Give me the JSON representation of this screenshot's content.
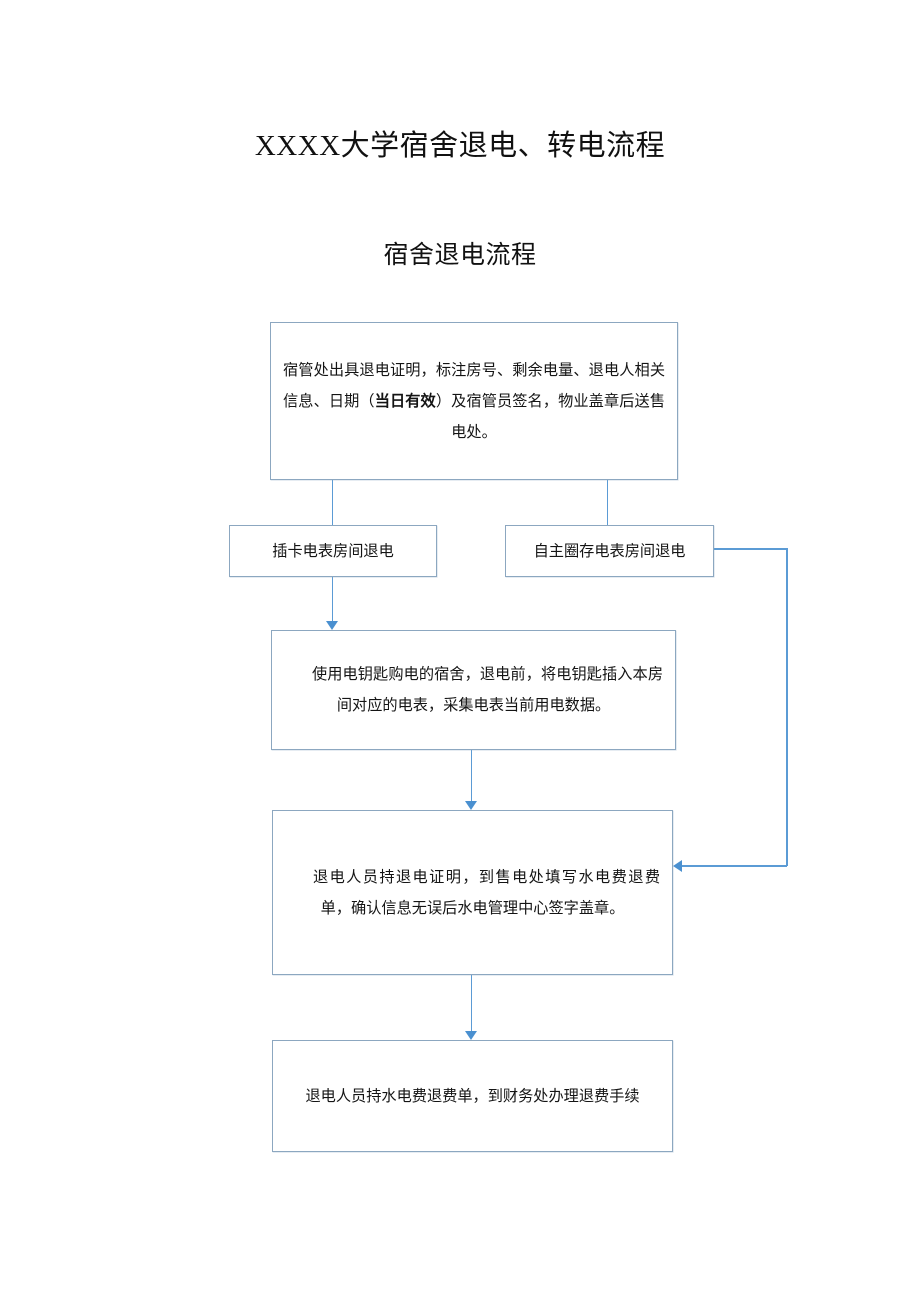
{
  "document": {
    "title": "XXXX大学宿舍退电、转电流程",
    "subtitle": "宿舍退电流程"
  },
  "flowchart": {
    "type": "flowchart",
    "orientation": "top-to-bottom",
    "accent_color": "#5b9bd5",
    "box_border_color": "#8ca7c0",
    "box_fill_color": "#ffffff",
    "nodes": [
      {
        "id": "notice",
        "name": "宿管处出具退电证明",
        "text_before_bold": "宿管处出具退电证明，标注房号、剩余电量、退电人相关信息、日期（",
        "text_bold": "当日有效",
        "text_after_bold": "）及宿管员签名，物业盖章后送售电处。",
        "full_text": "宿管处出具退电证明，标注房号、剩余电量、退电人相关信息、日期（当日有效）及宿管员签名，物业盖章后送售电处。"
      },
      {
        "id": "card-meter",
        "name": "插卡电表房间退电",
        "full_text": "插卡电表房间退电"
      },
      {
        "id": "self-meter",
        "name": "自主圈存电表房间退电",
        "full_text": "自主圈存电表房间退电"
      },
      {
        "id": "key-collect",
        "name": "采集电表当前用电数据",
        "full_text": "使用电钥匙购电的宿舍，退电前，将电钥匙插入本房间对应的电表，采集电表当前用电数据。"
      },
      {
        "id": "refund-form",
        "name": "填写水电费退费单",
        "full_text": "退电人员持退电证明，到售电处填写水电费退费单，确认信息无误后水电管理中心签字盖章。"
      },
      {
        "id": "finance",
        "name": "到财务处办理退费手续",
        "full_text": "退电人员持水电费退费单，到财务处办理退费手续"
      }
    ],
    "edges": [
      {
        "from": "notice",
        "to": "card-meter",
        "arrowhead": false
      },
      {
        "from": "notice",
        "to": "self-meter",
        "arrowhead": false
      },
      {
        "from": "card-meter",
        "to": "key-collect",
        "arrowhead": true,
        "direction": "down"
      },
      {
        "from": "key-collect",
        "to": "refund-form",
        "arrowhead": true,
        "direction": "down"
      },
      {
        "from": "refund-form",
        "to": "finance",
        "arrowhead": true,
        "direction": "down"
      },
      {
        "from": "self-meter",
        "to": "refund-form",
        "arrowhead": true,
        "direction": "left",
        "routing": "right-side-loop"
      }
    ]
  }
}
